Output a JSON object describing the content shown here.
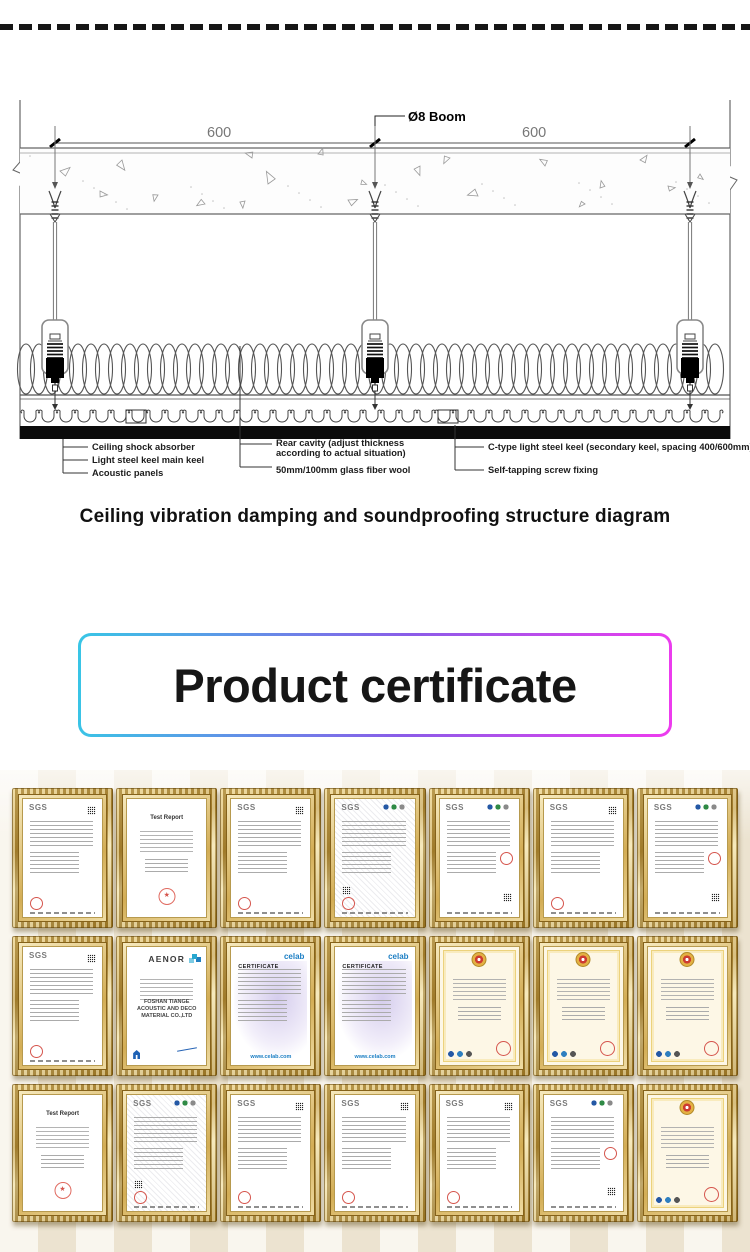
{
  "diagram": {
    "dimension_left": "600",
    "dimension_right": "600",
    "boom_label": "Ø8 Boom",
    "labels": {
      "left": [
        "Ceiling shock absorber",
        "Light steel keel main keel",
        "Acoustic panels"
      ],
      "middle": [
        "Rear cavity (adjust thickness",
        "according to actual situation)",
        "50mm/100mm glass fiber wool"
      ],
      "right": [
        "C-type light steel keel (secondary keel, spacing 400/600mm)",
        "Self-tapping screw fixing"
      ]
    },
    "caption": "Ceiling vibration damping and soundproofing structure diagram"
  },
  "certificate_section": {
    "heading": "Product certificate",
    "colors": {
      "border_start": "#38c6e6",
      "border_mid": "#8a5ce8",
      "border_end": "#ee3bee",
      "frame_gold": "#c9a24b",
      "wall": "#f3ecdc",
      "stamp_red": "#d5554d"
    },
    "certificates": [
      {
        "variant": "sgs_report",
        "logo": "SGS"
      },
      {
        "variant": "test_report",
        "title": "Test Report"
      },
      {
        "variant": "sgs_report",
        "logo": "SGS"
      },
      {
        "variant": "sgs_hatch",
        "logo": "SGS"
      },
      {
        "variant": "sgs_marks",
        "logo": "SGS"
      },
      {
        "variant": "sgs_report",
        "logo": "SGS"
      },
      {
        "variant": "sgs_marks",
        "logo": "SGS"
      },
      {
        "variant": "sgs_report",
        "logo": "SGS"
      },
      {
        "variant": "aenor",
        "logo": "AENOR",
        "company": "FOSHAN TIANGE ACOUSTIC AND DECO MATERIAL CO.,LTD"
      },
      {
        "variant": "celab",
        "logo": "celab",
        "title": "CERTIFICATE",
        "url": "www.celab.com"
      },
      {
        "variant": "celab",
        "logo": "celab",
        "title": "CERTIFICATE",
        "url": "www.celab.com"
      },
      {
        "variant": "cn_cert"
      },
      {
        "variant": "cn_cert"
      },
      {
        "variant": "cn_cert"
      },
      {
        "variant": "test_report",
        "title": "Test Report"
      },
      {
        "variant": "sgs_hatch",
        "logo": "SGS"
      },
      {
        "variant": "sgs_report",
        "logo": "SGS"
      },
      {
        "variant": "sgs_report",
        "logo": "SGS"
      },
      {
        "variant": "sgs_report",
        "logo": "SGS"
      },
      {
        "variant": "sgs_marks",
        "logo": "SGS"
      },
      {
        "variant": "cn_cert"
      }
    ]
  }
}
